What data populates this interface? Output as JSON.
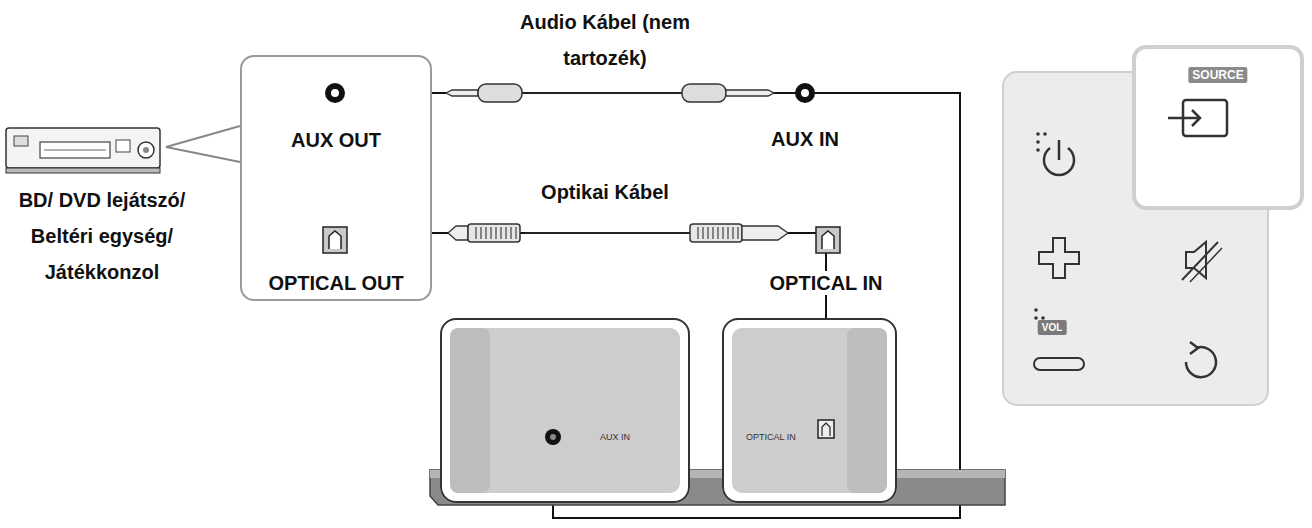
{
  "diagram": {
    "nodes": [
      {
        "text": [
          "AUX OUT",
          "OPTICAL OUT"
        ]
      },
      {
        "text": [
          "AUX IN"
        ]
      },
      {
        "text": [
          "OPTICAL IN"
        ]
      },
      {
        "text": [
          "SOURCE"
        ]
      }
    ],
    "edges": [
      {
        "from": 0,
        "to": 1,
        "arrow": "none"
      },
      {
        "from": 0,
        "to": 2,
        "arrow": "none"
      }
    ],
    "labels": [
      "Audio Kábel (nem tartozék)",
      "BD/ DVD lejátszó/ Beltéri egység/ Játékkonzol",
      "AUX IN",
      "Optikai Kábel",
      "OPTICAL IN",
      "VOL"
    ]
  }
}
